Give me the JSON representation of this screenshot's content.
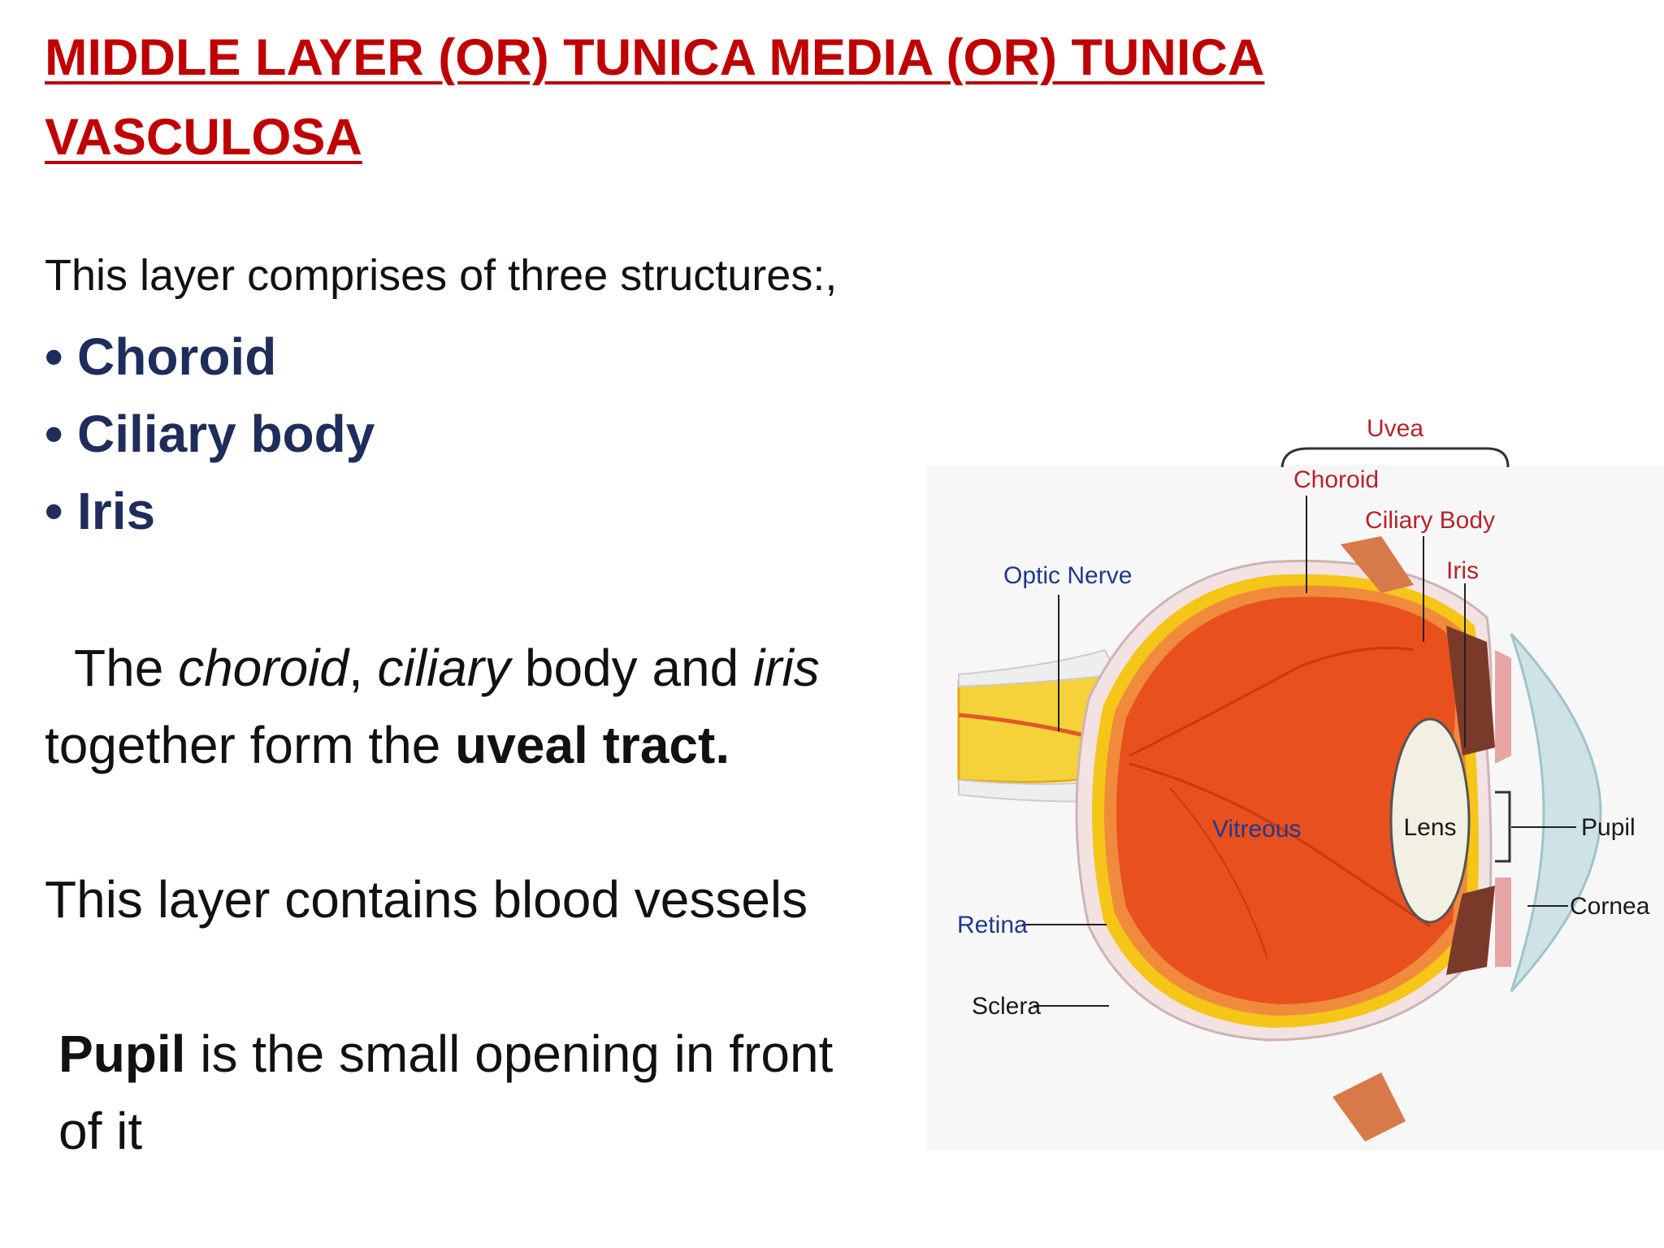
{
  "title": "MIDDLE LAYER (OR) TUNICA MEDIA (OR) TUNICA VASCULOSA",
  "intro": "This layer comprises of three structures:,",
  "bullet_symbol": "•",
  "structures": [
    "Choroid",
    "Ciliary body",
    "Iris"
  ],
  "paragraph1": {
    "w1": "The ",
    "w2": "choroid",
    "w3": ", ",
    "w4": "ciliary",
    "w5": " body and ",
    "w6": "iris",
    "w7": " together form the ",
    "w8": "uveal tract."
  },
  "paragraph2": "This layer contains blood vessels",
  "paragraph3": {
    "bold": "Pupil",
    "rest": " is the small opening in front of it"
  },
  "diagram": {
    "labels": {
      "uvea": "Uvea",
      "choroid": "Choroid",
      "ciliary_body": "Ciliary Body",
      "iris": "Iris",
      "optic_nerve": "Optic Nerve",
      "vitreous": "Vitreous",
      "lens": "Lens",
      "pupil": "Pupil",
      "cornea": "Cornea",
      "retina": "Retina",
      "sclera": "Sclera"
    },
    "colors": {
      "vitreous": "#e8501e",
      "choroid": "#f5c518",
      "sclera": "#f2e2e2",
      "cornea": "#cfe3e6",
      "lens": "#f2efe3",
      "optic_nerve": "#f5d23a",
      "label_red": "#b8232b",
      "label_blue": "#1f3a8a"
    }
  }
}
